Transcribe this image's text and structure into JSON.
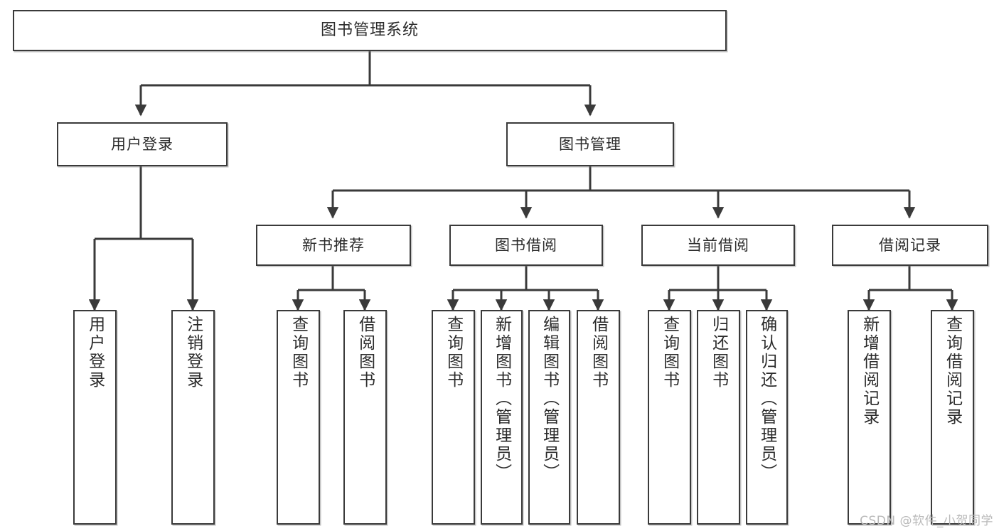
{
  "diagram": {
    "title": "图书管理系统",
    "type": "functional-structure-tree",
    "watermark": "CSDN @软件_小贺同学",
    "colors": {
      "box_border": "#3a3a3a",
      "box_fill": "#ffffff",
      "edge": "#3a3a3a",
      "text": "#2b2b2b",
      "watermark": "#b9b9b9",
      "background": "#ffffff"
    }
  },
  "nodes": {
    "root": {
      "label": "图书管理系统",
      "level": 1
    },
    "l2": [
      {
        "id": "user-login",
        "label": "用户登录"
      },
      {
        "id": "book-manage",
        "label": "图书管理"
      }
    ],
    "l3": [
      {
        "id": "new-book-recommend",
        "label": "新书推荐"
      },
      {
        "id": "book-borrow",
        "label": "图书借阅"
      },
      {
        "id": "current-borrow",
        "label": "当前借阅"
      },
      {
        "id": "borrow-record",
        "label": "借阅记录"
      }
    ],
    "leaves": {
      "user-login": [
        {
          "id": "leaf-user-login",
          "label": "用户登录"
        },
        {
          "id": "leaf-logout",
          "label": "注销登录"
        }
      ],
      "new-book-recommend": [
        {
          "id": "leaf-query-book-1",
          "label": "查询图书"
        },
        {
          "id": "leaf-borrow-book-1",
          "label": "借阅图书"
        }
      ],
      "book-borrow": [
        {
          "id": "leaf-query-book-2",
          "label": "查询图书"
        },
        {
          "id": "leaf-add-book",
          "label": "新增图书（管理员）"
        },
        {
          "id": "leaf-edit-book",
          "label": "编辑图书（管理员）"
        },
        {
          "id": "leaf-borrow-book-2",
          "label": "借阅图书"
        }
      ],
      "current-borrow": [
        {
          "id": "leaf-query-book-3",
          "label": "查询图书"
        },
        {
          "id": "leaf-return-book",
          "label": "归还图书"
        },
        {
          "id": "leaf-confirm-return",
          "label": "确认归还（管理员）"
        }
      ],
      "borrow-record": [
        {
          "id": "leaf-add-record",
          "label": "新增借阅记录"
        },
        {
          "id": "leaf-query-record",
          "label": "查询借阅记录"
        }
      ]
    }
  }
}
